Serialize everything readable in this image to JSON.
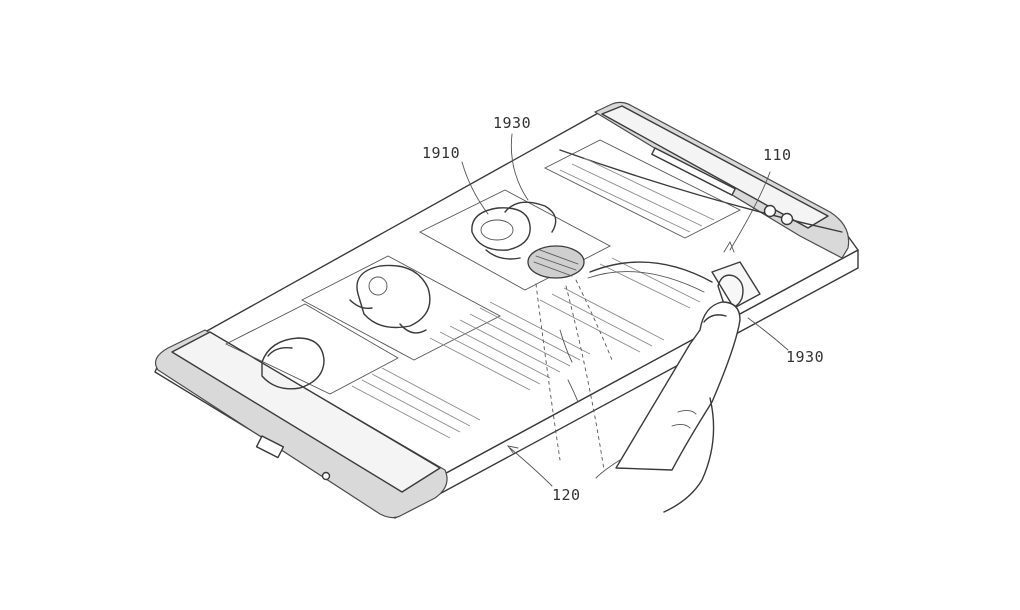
{
  "figure": {
    "reference_labels": {
      "label_1910": "1910",
      "label_1930_top": "1930",
      "label_1930_right": "1930",
      "label_110": "110",
      "label_120": "120"
    }
  }
}
